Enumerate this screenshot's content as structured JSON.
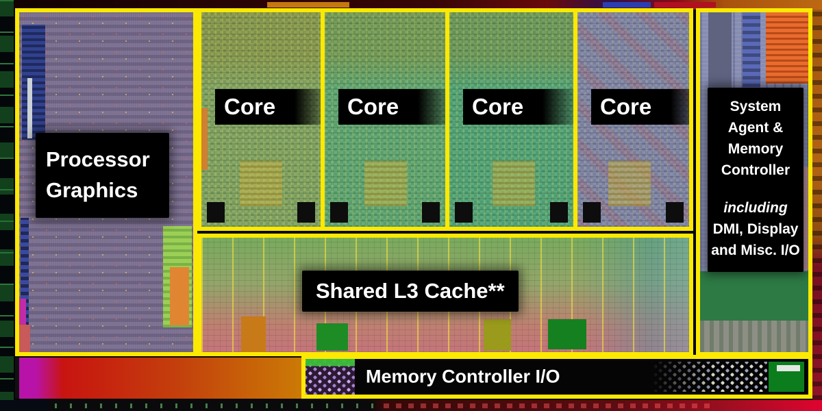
{
  "regions": {
    "processor_graphics": {
      "lines": [
        "Processor",
        "Graphics"
      ]
    },
    "cores": {
      "labels": [
        "Core",
        "Core",
        "Core",
        "Core"
      ]
    },
    "l3_cache": {
      "label": "Shared L3 Cache**"
    },
    "system_agent": {
      "title_lines": [
        "System",
        "Agent &",
        "Memory",
        "Controller"
      ],
      "note_lead": "including",
      "note_lines": [
        "DMI, Display",
        "and Misc. I/O"
      ]
    },
    "memory_io": {
      "label": "Memory Controller I/O"
    }
  },
  "palette": {
    "region_border": "#fbe903",
    "label_background": "#000000",
    "label_text": "#ffffff",
    "core_green": "#63a972",
    "core4_blue": "#8288a6",
    "graphics_purple": "#7c7090",
    "system_agent_blue": "#878db2",
    "l3_warm": "#c27b6d",
    "bottom_gradient": [
      "#b813a9",
      "#c81410",
      "#cb7a06"
    ]
  }
}
